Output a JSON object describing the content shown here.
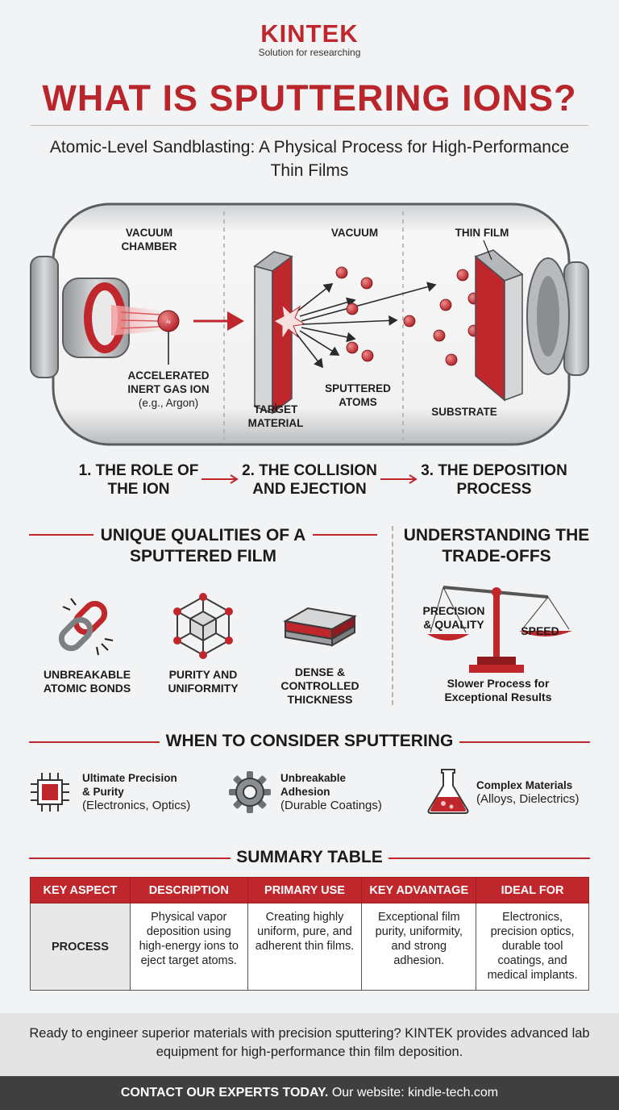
{
  "brand": {
    "name": "KINTEK",
    "tagline": "Solution for researching"
  },
  "title": "WHAT IS SPUTTERING IONS?",
  "subtitle": "Atomic-Level Sandblasting: A Physical Process for High-Performance Thin Films",
  "diagram": {
    "labels": {
      "vacuum_chamber": [
        "VACUUM",
        "CHAMBER"
      ],
      "vacuum": "VACUUM",
      "thin_film": "THIN FILM",
      "ion": [
        "ACCELERATED",
        "INERT GAS ION"
      ],
      "ion_example": "(e.g., Argon)",
      "ion_symbol": "Ar",
      "target": [
        "TARGET",
        "MATERIAL"
      ],
      "sputtered": [
        "SPUTTERED",
        "ATOMS"
      ],
      "substrate": "SUBSTRATE"
    },
    "steps": [
      {
        "lines": [
          "1. THE ROLE OF",
          "THE ION"
        ]
      },
      {
        "lines": [
          "2. THE COLLISION",
          "AND EJECTION"
        ]
      },
      {
        "lines": [
          "3. THE DEPOSITION",
          "PROCESS"
        ]
      }
    ]
  },
  "qualities": {
    "heading": [
      "UNIQUE QUALITIES OF A",
      "SPUTTERED FILM"
    ],
    "items": [
      {
        "icon": "broken-chain-icon",
        "lines": [
          "UNBREAKABLE",
          "ATOMIC BONDS"
        ]
      },
      {
        "icon": "crystal-lattice-icon",
        "lines": [
          "PURITY AND",
          "UNIFORMITY"
        ]
      },
      {
        "icon": "layered-film-icon",
        "lines": [
          "DENSE &",
          "CONTROLLED",
          "THICKNESS"
        ]
      }
    ]
  },
  "tradeoffs": {
    "heading": [
      "UNDERSTANDING THE",
      "TRADE-OFFS"
    ],
    "left_pan": [
      "PRECISION",
      "& QUALITY"
    ],
    "right_pan": "SPEED",
    "caption": [
      "Slower Process for",
      "Exceptional Results"
    ]
  },
  "when": {
    "heading": "WHEN TO CONSIDER SPUTTERING",
    "items": [
      {
        "icon": "chip-icon",
        "title": [
          "Ultimate Precision",
          "& Purity"
        ],
        "sub": "(Electronics, Optics)"
      },
      {
        "icon": "gear-icon",
        "title": [
          "Unbreakable",
          "Adhesion"
        ],
        "sub": "(Durable Coatings)"
      },
      {
        "icon": "flask-icon",
        "title": [
          "Complex Materials"
        ],
        "sub": "(Alloys, Dielectrics)"
      }
    ]
  },
  "summary": {
    "heading": "SUMMARY TABLE",
    "columns": [
      "KEY ASPECT",
      "DESCRIPTION",
      "PRIMARY USE",
      "KEY ADVANTAGE",
      "IDEAL FOR"
    ],
    "rows": [
      [
        "PROCESS",
        "Physical vapor deposition using high-energy ions to eject target atoms.",
        "Creating highly uniform, pure, and adherent thin films.",
        "Exceptional film purity, uniformity, and strong adhesion.",
        "Electronics, precision optics, durable tool coatings, and medical implants."
      ]
    ]
  },
  "cta": {
    "text": "Ready to engineer superior materials with precision sputtering? KINTEK provides advanced lab equipment for high-performance thin film deposition.",
    "footer_bold": "CONTACT OUR EXPERTS TODAY.",
    "footer_rest": "Our website: kindle-tech.com"
  },
  "colors": {
    "accent": "#c0272d",
    "background": "#f2f3f4",
    "footer": "#3f3f3f"
  }
}
